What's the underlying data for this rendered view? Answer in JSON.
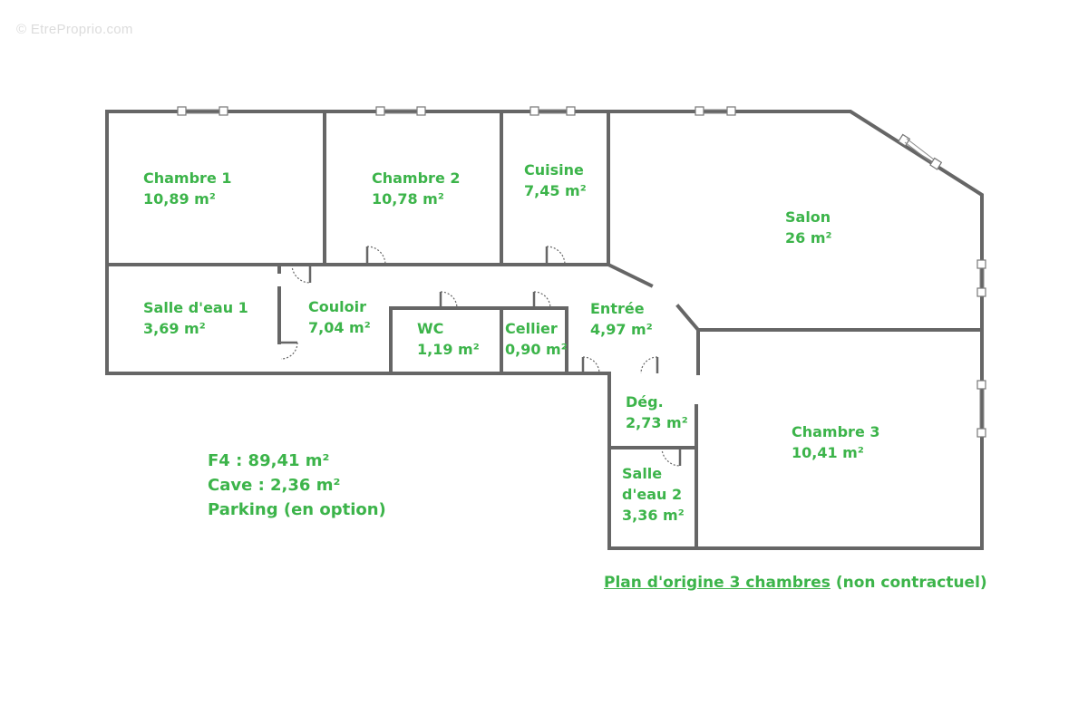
{
  "watermark": "© EtreProprio.com",
  "rooms": [
    {
      "key": "chambre-1",
      "name": "Chambre 1",
      "area": "10,89 m²"
    },
    {
      "key": "chambre-2",
      "name": "Chambre 2",
      "area": "10,78 m²"
    },
    {
      "key": "cuisine",
      "name": "Cuisine",
      "area": "7,45 m²"
    },
    {
      "key": "salon",
      "name": "Salon",
      "area": "26 m²"
    },
    {
      "key": "salle-eau-1",
      "name": "Salle d'eau 1",
      "area": "3,69 m²"
    },
    {
      "key": "couloir",
      "name": "Couloir",
      "area": "7,04 m²"
    },
    {
      "key": "wc",
      "name": "WC",
      "area": "1,19 m²"
    },
    {
      "key": "cellier",
      "name": "Cellier",
      "area": "0,90 m²"
    },
    {
      "key": "entree",
      "name": "Entrée",
      "area": "4,97 m²"
    },
    {
      "key": "degagement",
      "name": "Dég.",
      "area": "2,73 m²"
    },
    {
      "key": "chambre-3",
      "name": "Chambre 3",
      "area": "10,41 m²"
    },
    {
      "key": "salle-eau-2",
      "name": "Salle",
      "name2": "d'eau 2",
      "area": "3,36 m²"
    }
  ],
  "summary": {
    "total": "F4 : 89,41 m²",
    "cave": "Cave : 2,36 m²",
    "parking": "Parking (en option)"
  },
  "caption": {
    "underlined": "Plan d'origine 3 chambres",
    "rest": "(non contractuel)"
  },
  "colors": {
    "label": "#3cb44a",
    "wall": "#666666",
    "watermark": "#dcdcdc"
  }
}
